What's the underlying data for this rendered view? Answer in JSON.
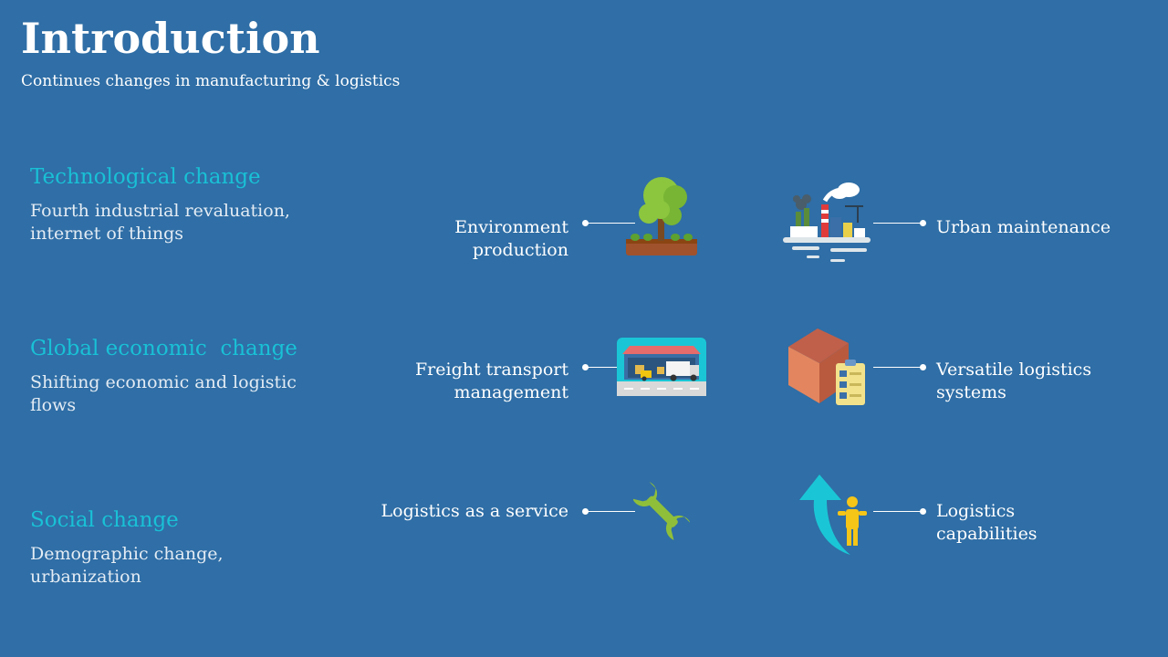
{
  "slide": {
    "title": "Introduction",
    "subtitle": "Continues changes in manufacturing & logistics"
  },
  "changes": [
    {
      "heading": "Technological change",
      "description": "Fourth industrial revaluation, internet of things"
    },
    {
      "heading": "Global economic  change",
      "description": "Shifting economic and logistic flows"
    },
    {
      "heading": "Social change",
      "description": "Demographic change, urbanization"
    }
  ],
  "features": {
    "left": [
      {
        "label": "Environment\nproduction",
        "icon": "tree-icon"
      },
      {
        "label": "Freight transport\nmanagement",
        "icon": "warehouse-truck-icon"
      },
      {
        "label": "Logistics as a service",
        "icon": "wrench-icon"
      }
    ],
    "right": [
      {
        "label": "Urban maintenance",
        "icon": "factory-city-icon"
      },
      {
        "label": "Versatile logistics\nsystems",
        "icon": "box-checklist-icon"
      },
      {
        "label": "Logistics\n capabilities",
        "icon": "person-growth-arrow-icon"
      }
    ]
  },
  "colors": {
    "background": "#2f6ea6",
    "heading_accent": "#19c1d6",
    "text": "#ffffff"
  }
}
